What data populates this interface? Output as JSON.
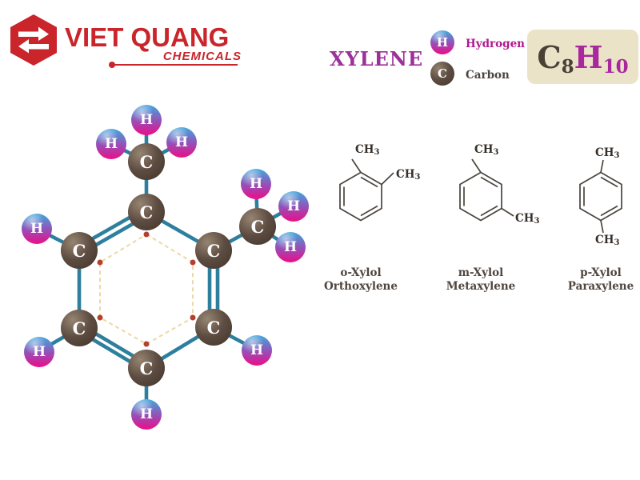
{
  "logo": {
    "brand": "VIET QUANG",
    "tagline": "CHEMICALS",
    "brand_color": "#c9252b",
    "icon": "hexagon-with-transfer-arrows"
  },
  "title": "XYLENE",
  "title_color": "#9c3299",
  "legend": {
    "hydrogen_symbol": "H",
    "hydrogen_label": "Hydrogen",
    "hydrogen_label_color": "#b0198c",
    "carbon_symbol": "C",
    "carbon_label": "Carbon",
    "carbon_label_color": "#4c453f"
  },
  "formula": {
    "c": "C",
    "c_sub": "8",
    "h": "H",
    "h_sub": "10",
    "box_background": "#eae3c8",
    "c_color": "#4a4036",
    "h_color": "#a8289e"
  },
  "molecule": {
    "carbon_symbol": "C",
    "hydrogen_symbol": "H",
    "bond_color": "#2e7f9e",
    "carbon_sphere_color": "#5d4c41",
    "hydrogen_sphere_top_color": "#45a0da",
    "hydrogen_sphere_bottom_color": "#e5128c",
    "inner_ring_dash_color": "#ecd8a2",
    "inner_ring_dot_color": "#b5402f",
    "carbon_count": 8,
    "hydrogen_count": 10
  },
  "isomers": {
    "ch3_base": "CH",
    "ch3_sub": "3",
    "ortho": {
      "line1": "o-Xylol",
      "line2": "Orthoxylene"
    },
    "meta": {
      "line1": "m-Xylol",
      "line2": "Metaxylene"
    },
    "para": {
      "line1": "p-Xylol",
      "line2": "Paraxylene"
    }
  }
}
